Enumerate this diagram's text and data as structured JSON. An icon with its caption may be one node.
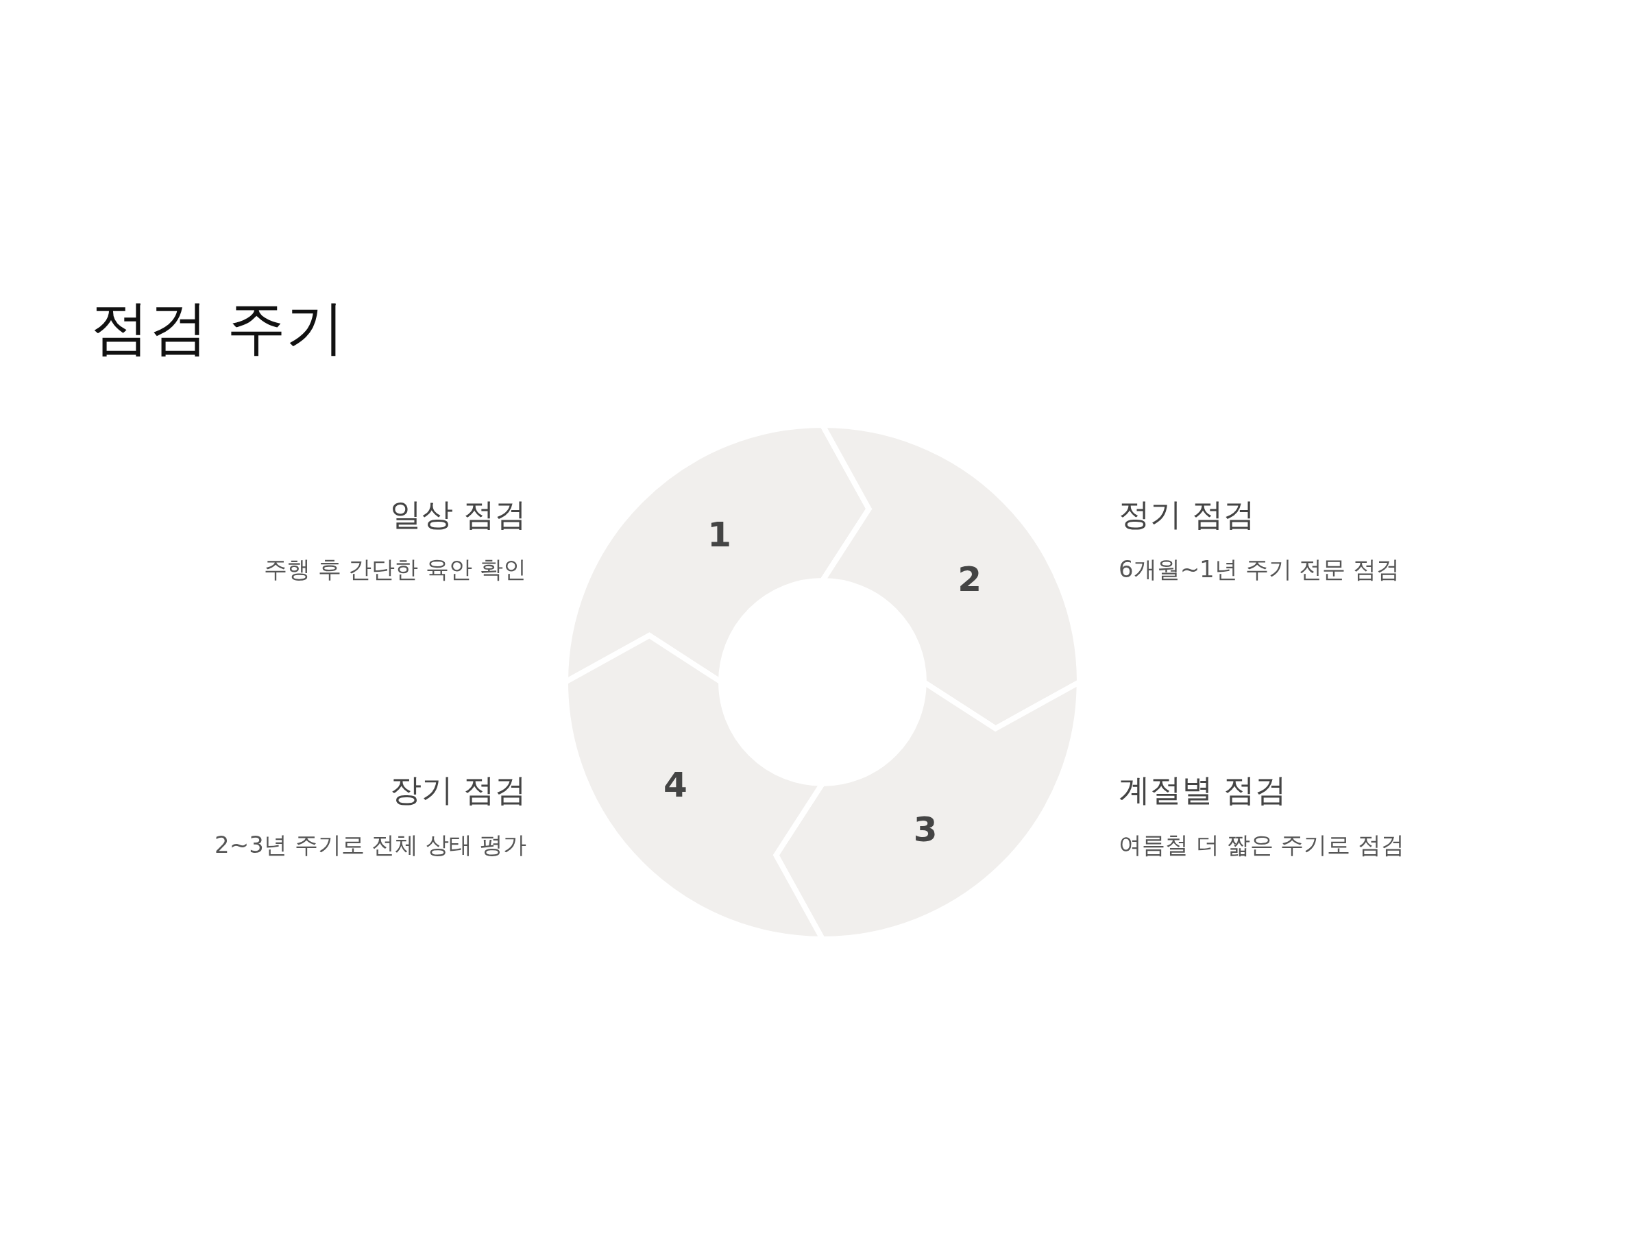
{
  "diagram": {
    "title": "점검 주기",
    "nodes": [
      {
        "text": [
          "1"
        ],
        "beside": [
          "일상 점검",
          "주행 후 간단한 육안 확인"
        ]
      },
      {
        "text": [
          "2"
        ],
        "beside": [
          "정기 점검",
          "6개월~1년 주기 전문 점검"
        ]
      },
      {
        "text": [
          "3"
        ],
        "beside": [
          "계절별 점검",
          "여름철 더 짧은 주기로 점검"
        ]
      },
      {
        "text": [
          "4"
        ],
        "beside": [
          "장기 점검",
          "2~3년 주기로 전체 상태 평가"
        ]
      }
    ]
  }
}
